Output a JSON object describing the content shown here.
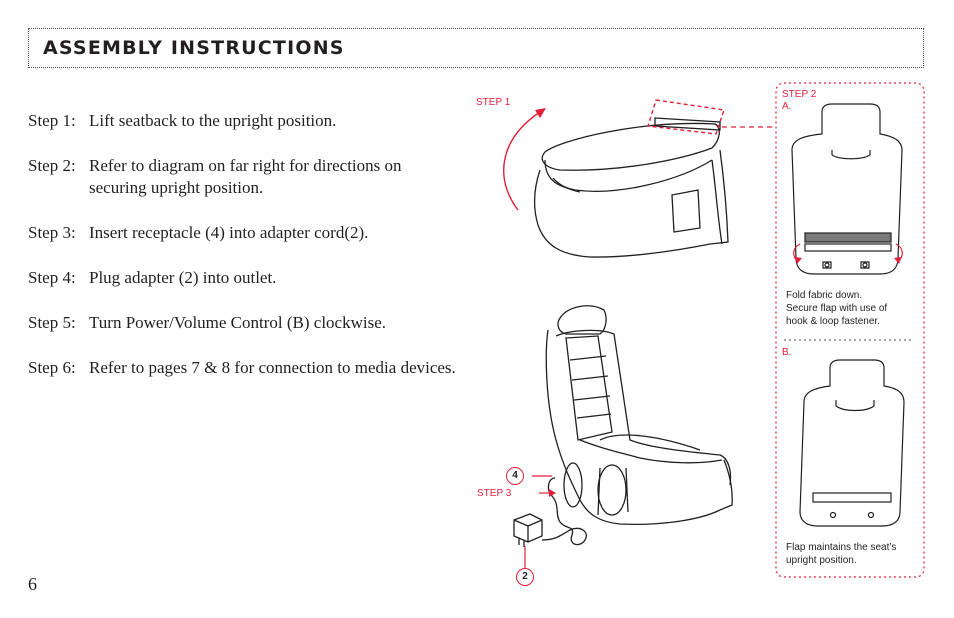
{
  "header": {
    "title": "ASSEMBLY INSTRUCTIONS"
  },
  "steps": [
    {
      "number": "Step 1:",
      "text": "Lift seatback to the upright position.",
      "cont": ""
    },
    {
      "number": "Step 2:",
      "text": "Refer to diagram on far right for directions on",
      "cont": "securing upright position."
    },
    {
      "number": "Step 3:",
      "text": "Insert receptacle (4) into adapter cord(2).",
      "cont": ""
    },
    {
      "number": "Step 4:",
      "text": "Plug adapter (2) into outlet.",
      "cont": ""
    },
    {
      "number": "Step 5:",
      "text": "Turn Power/Volume Control (B) clockwise.",
      "cont": ""
    },
    {
      "number": "Step 6:",
      "text": "Refer to pages 7 & 8 for connection to media devices.",
      "cont": ""
    }
  ],
  "diagram": {
    "step1_label": "STEP 1",
    "step3_label": "STEP 3",
    "callout_4": "4",
    "callout_2": "2",
    "panel": {
      "step2_label": "STEP 2",
      "a_label": "A.",
      "b_label": "B.",
      "caption_a_line1": "Fold fabric down.",
      "caption_a_line2": "Secure flap with use of",
      "caption_a_line3": "hook & loop fastener.",
      "caption_b_line1": "Flap maintains the seat’s",
      "caption_b_line2": "upright position."
    }
  },
  "footer": {
    "page_number": "6"
  },
  "colors": {
    "accent": "#e31e3b",
    "text": "#231f20"
  }
}
